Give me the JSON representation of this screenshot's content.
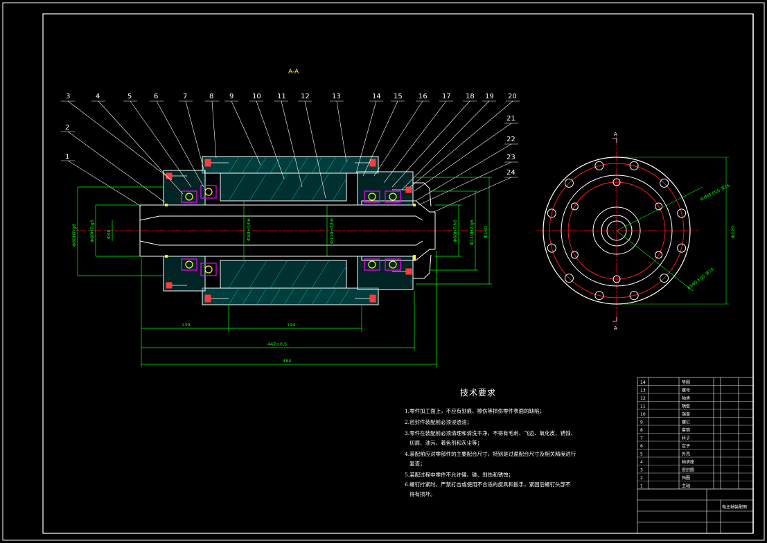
{
  "view_label": "A-A",
  "part_numbers": [
    "1",
    "2",
    "3",
    "4",
    "5",
    "6",
    "7",
    "8",
    "9",
    "10",
    "11",
    "12",
    "13",
    "14",
    "15",
    "16",
    "17",
    "18",
    "19",
    "20",
    "21",
    "22",
    "23",
    "24"
  ],
  "section_marks": {
    "top": "A",
    "bottom": "A"
  },
  "dimensions": {
    "d1": "Φ80H7/g6",
    "d2": "Φ60H7/g6",
    "d3": "Φ48",
    "d4": "Φ90H7/h6",
    "d5": "Φ110H7/h6",
    "d6": "Φ60H7/h6",
    "d7": "Φ110H7/g6",
    "d8": "Φ160",
    "len1": "139",
    "len2": "194",
    "len3": "447±0.5",
    "len4": "484",
    "side_d1": "Φ220",
    "side_r1": "6XM8 EQS 深16",
    "side_r2": "6XΦ9 EQS 深10"
  },
  "notes": {
    "title": "技术要求",
    "items": [
      "1.零件加工面上，不应有划痕、擦伤等损伤零件表面的缺陷；",
      "2.密封件装配前必须浸透油；",
      "3.零件在装配前必须清理和清洗干净，不得有毛刺、飞边、氧化皮、锈蚀、",
      "   切屑、油污、着色剂和灰尘等；",
      "4.装配前应对零部件的主要配合尺寸，特别是过盈配合尺寸及相关精度进行",
      "   复查；",
      "5.装配过程中零件不允许磕、碰、划伤和锈蚀；",
      "6.螺钉拧紧时，严禁打击或使用不合适的旋具和扳手，紧固后螺钉头部不",
      "   得有损坏。"
    ]
  },
  "title_block": {
    "name": "电主轴装配图",
    "rows": [
      "垫圈",
      "螺母",
      "轴承",
      "隔套",
      "端盖",
      "螺钉",
      "套筒",
      "转子",
      "定子",
      "外壳",
      "轴承座",
      "密封圈",
      "挡圈",
      "主轴"
    ]
  },
  "colors": {
    "background": "#000000",
    "frame": "#ffffff",
    "part_lines": "#ffffff",
    "dimension": "#00ff00",
    "centerline": "#ff0000",
    "hatch": "#00c8c8",
    "bearing": "#ff00ff",
    "bolt": "#ff3b3b",
    "leader": "#ffffff",
    "callout": "#ffffff",
    "yellow_label": "#ffff00"
  }
}
